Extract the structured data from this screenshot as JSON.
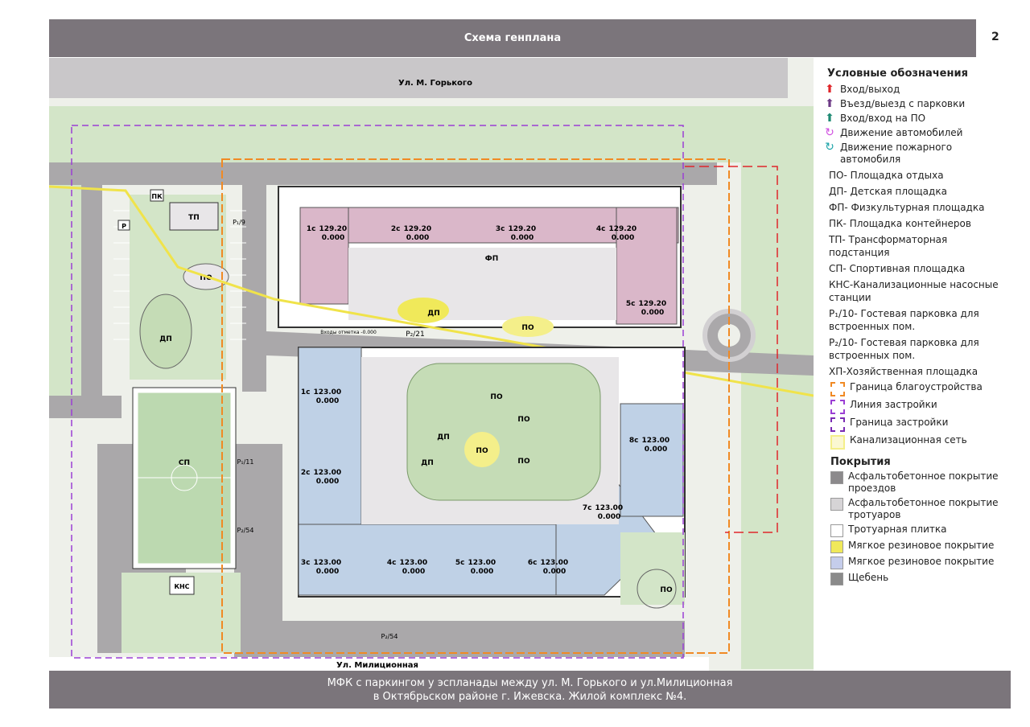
{
  "header": {
    "title": "Схема генплана",
    "page_number": "2"
  },
  "streets": {
    "north": "Ул. М. Горького",
    "south": "Ул. Милиционная"
  },
  "buildings_north": [
    {
      "name": "1с",
      "height": "129.20",
      "level": "0.000"
    },
    {
      "name": "2с",
      "height": "129.20",
      "level": "0.000"
    },
    {
      "name": "3с",
      "height": "129.20",
      "level": "0.000"
    },
    {
      "name": "4с",
      "height": "129.20",
      "level": "0.000"
    },
    {
      "name": "5с",
      "height": "129.20",
      "level": "0.000"
    }
  ],
  "buildings_south": [
    {
      "name": "1с",
      "height": "123.00",
      "level": "0.000"
    },
    {
      "name": "2с",
      "height": "123.00",
      "level": "0.000"
    },
    {
      "name": "3с",
      "height": "123.00",
      "level": "0.000"
    },
    {
      "name": "4с",
      "height": "123.00",
      "level": "0.000"
    },
    {
      "name": "5с",
      "height": "123.00",
      "level": "0.000"
    },
    {
      "name": "6с",
      "height": "123.00",
      "level": "0.000"
    },
    {
      "name": "7с",
      "height": "123.00",
      "level": "0.000"
    },
    {
      "name": "8с",
      "height": "123.00",
      "level": "0.000"
    }
  ],
  "map_labels": {
    "tp": "ТП",
    "pk": "ПК",
    "knc": "КНС",
    "sp": "СП",
    "dp": "ДП",
    "po": "ПО",
    "fp": "ФП",
    "parking_p": "Р",
    "p19": "Р₁/9",
    "p111": "Р₁/11",
    "p254": "Р₂/54",
    "p221": "Р₂/21",
    "p254b": "Р₂/54",
    "note": "Входы отметка -0.000"
  },
  "legend": {
    "title": "Условные обозначения",
    "icons": [
      {
        "text": "Вход/выход",
        "color": "#e0262a"
      },
      {
        "text": "Въезд/выезд с парковки",
        "color": "#6d3a86"
      },
      {
        "text": "Вход/вход на ПО",
        "color": "#1e8a73"
      },
      {
        "text": "Движение автомобилей",
        "color": "#d04de0"
      },
      {
        "text": "Движение пожарного автомобиля",
        "color": "#1aa3a8"
      }
    ],
    "abbreviations": [
      "ПО- Площадка отдыха",
      "ДП- Детская площадка",
      "ФП- Физкультурная площадка",
      "ПК- Площадка контейнеров",
      "ТП- Трансформаторная подстанция",
      "СП- Спортивная площадка",
      "КНС-Канализационные насосные станции",
      "Р₁/10- Гостевая парковка для встроенных пом.",
      "Р₂/10- Гостевая парковка для встроенных пом.",
      "ХП-Хозяйственная площадка"
    ],
    "lines": [
      {
        "text": "Граница благоустройства",
        "color": "#f08a24"
      },
      {
        "text": "Линия застройки",
        "color": "#9b3fd4"
      },
      {
        "text": "Граница застройки",
        "color": "#7a2bb3"
      },
      {
        "text": "Канализационная сеть",
        "color": "#f4ef8a"
      }
    ],
    "coverings_title": "Покрытия",
    "coverings": [
      {
        "text": "Асфальтобетонное покрытие проездов",
        "color": "#8c8a8c"
      },
      {
        "text": "Асфальтобетонное покрытие тротуаров",
        "color": "#d6d4d6"
      },
      {
        "text": "Тротуарная плитка",
        "color": "#ffffff"
      },
      {
        "text": "Мягкое резиновое покрытие",
        "color": "#f0e95a"
      },
      {
        "text": "Мягкое резиновое покрытие",
        "color": "#c5cdeb"
      },
      {
        "text": "Щебень",
        "color": "#8a8a8a"
      }
    ]
  },
  "footer": {
    "line1": "МФК с паркингом у эспланады между ул. М. Горького и ул.Милиционная",
    "line2": "в Октябрьском районе г. Ижевска. Жилой комплекс №4."
  },
  "colors": {
    "street": "#c9c7c9",
    "road": "#aaa8aa",
    "green": "#d3e5c8",
    "pink": "#dab7c9",
    "blue": "#bfd1e6",
    "yard": "#e8e6e8",
    "orange": "#f08a24",
    "purple": "#9b3fd4",
    "red": "#e0262a",
    "teal": "#1aa3a8"
  }
}
